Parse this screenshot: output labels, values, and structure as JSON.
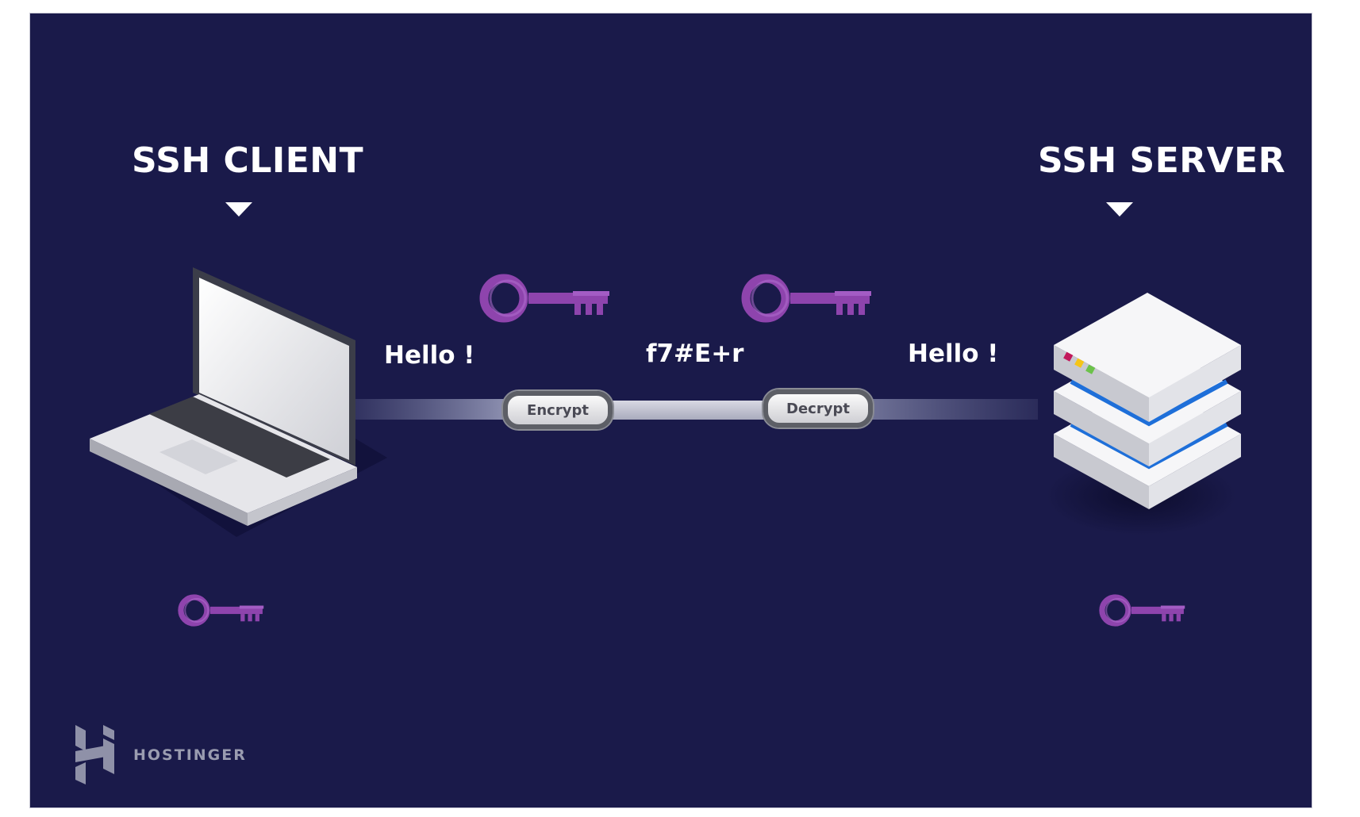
{
  "diagram": {
    "client_title": "SSH CLIENT",
    "server_title": "SSH SERVER",
    "plain_message_left": "Hello !",
    "cipher_text": "f7#E+r",
    "plain_message_right": "Hello !",
    "encrypt_label": "Encrypt",
    "decrypt_label": "Decrypt"
  },
  "brand": {
    "name": "HOSTINGER"
  },
  "colors": {
    "background": "#1a1a4a",
    "key_purple": "#8e44ad",
    "server_stripe": "#1e6fd9"
  },
  "icons": {
    "client_device": "laptop-icon",
    "server_device": "server-stack-icon",
    "keys": "key-icon",
    "arrows": "triangle-down-icon",
    "logo": "hostinger-logo-icon"
  }
}
